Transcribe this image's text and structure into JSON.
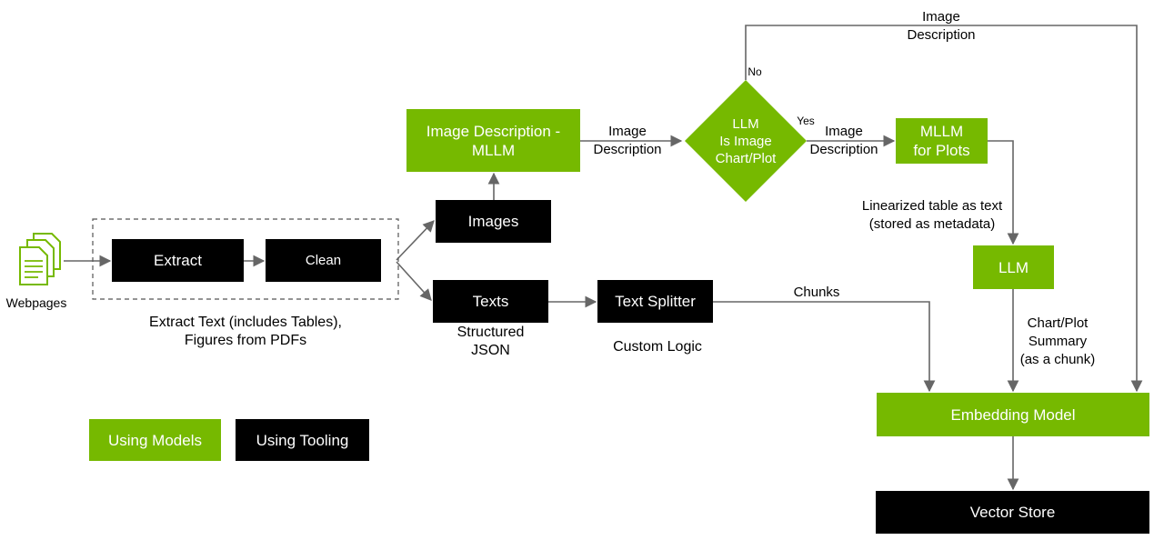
{
  "colors": {
    "model_green": "#76b900",
    "tooling_black": "#000000",
    "arrow_gray": "#666666"
  },
  "source": {
    "label": "Webpages",
    "icon": "document-stack-icon"
  },
  "nodes": {
    "extract": "Extract",
    "clean": "Clean",
    "images": "Images",
    "texts": "Texts",
    "text_splitter": "Text Splitter",
    "image_description_mllm": "Image Description -\nMLLM",
    "decision_llm": "LLM\nIs Image\nChart/Plot",
    "mllm_for_plots": "MLLM\nfor Plots",
    "llm": "LLM",
    "embedding_model": "Embedding Model",
    "vector_store": "Vector Store"
  },
  "annotations": {
    "extract_group_caption": "Extract Text (includes Tables),\nFigures from PDFs",
    "texts_caption": "Structured\nJSON",
    "text_splitter_caption": "Custom Logic",
    "image_to_decision": "Image\nDescription",
    "decision_yes": "Yes",
    "decision_no": "No",
    "decision_to_mllm": "Image\nDescription",
    "top_route": "Image\nDescription",
    "mllm_to_llm": "Linearized table as text\n(stored as metadata)",
    "chunks": "Chunks",
    "llm_to_embedding": "Chart/Plot\nSummary\n(as a chunk)"
  },
  "legend": {
    "models": "Using Models",
    "tooling": "Using Tooling"
  }
}
